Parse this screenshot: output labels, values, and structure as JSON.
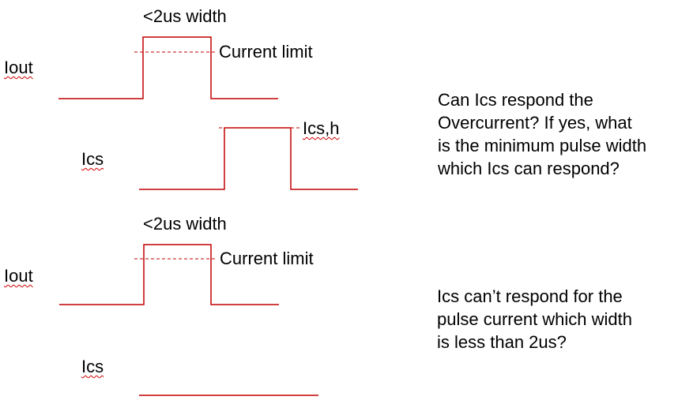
{
  "colors": {
    "signal": "#c00000",
    "text": "#000000",
    "spell_underline": "#d00000"
  },
  "top_diagram": {
    "width_label": "<2us width",
    "current_limit_label": "Current limit",
    "iout_label": "Iout",
    "ics_label": "Ics",
    "ics_threshold_label": "Ics,h"
  },
  "bottom_diagram": {
    "width_label": "<2us width",
    "current_limit_label": "Current limit",
    "iout_label": "Iout",
    "ics_label": "Ics"
  },
  "question": {
    "lines": [
      "Can Ics respond the",
      "Overcurrent? If yes, what",
      "is the minimum pulse width",
      "which Ics can respond?"
    ]
  },
  "answer": {
    "lines": [
      "Ics can’t respond for the",
      "pulse current which width",
      "is less than 2us?"
    ]
  }
}
